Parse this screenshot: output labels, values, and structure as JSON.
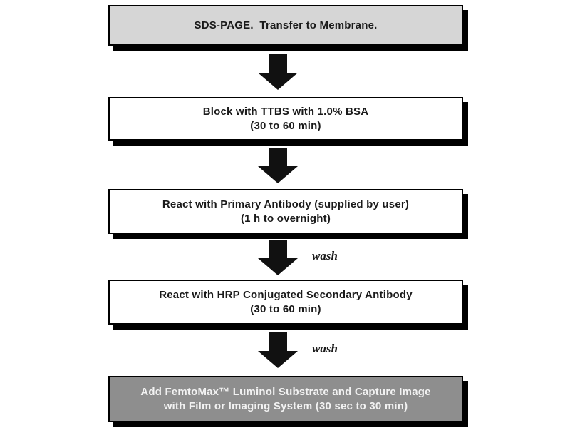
{
  "flowchart": {
    "description": "Western blot chemiluminescent detection protocol flowchart",
    "steps": [
      {
        "style": "gray",
        "lines": [
          "SDS-PAGE.  Transfer to Membrane.",
          ""
        ]
      },
      {
        "style": "white",
        "lines": [
          "Block with TTBS with 1.0% BSA",
          "(30 to 60 min)"
        ]
      },
      {
        "style": "white",
        "lines": [
          "React with Primary Antibody (supplied by user)",
          "(1 h to overnight)"
        ]
      },
      {
        "style": "white",
        "lines": [
          "React with HRP Conjugated Secondary Antibody",
          "(30 to 60 min)"
        ]
      },
      {
        "style": "dark",
        "lines": [
          "Add FemtoMax™ Luminol Substrate and Capture Image",
          "with Film or Imaging System (30 sec to 30 min)"
        ]
      }
    ],
    "connectors": [
      {
        "label": ""
      },
      {
        "label": ""
      },
      {
        "label": "wash"
      },
      {
        "label": "wash"
      }
    ],
    "colors": {
      "background": "#ffffff",
      "box_gray_fill": "#d6d6d6",
      "box_white_fill": "#ffffff",
      "box_dark_fill": "#8e8e8e",
      "border_and_shadow": "#000000",
      "arrow_fill": "#111111",
      "text_dark": "#1a1a1a",
      "text_light": "#f2f2f2"
    }
  }
}
